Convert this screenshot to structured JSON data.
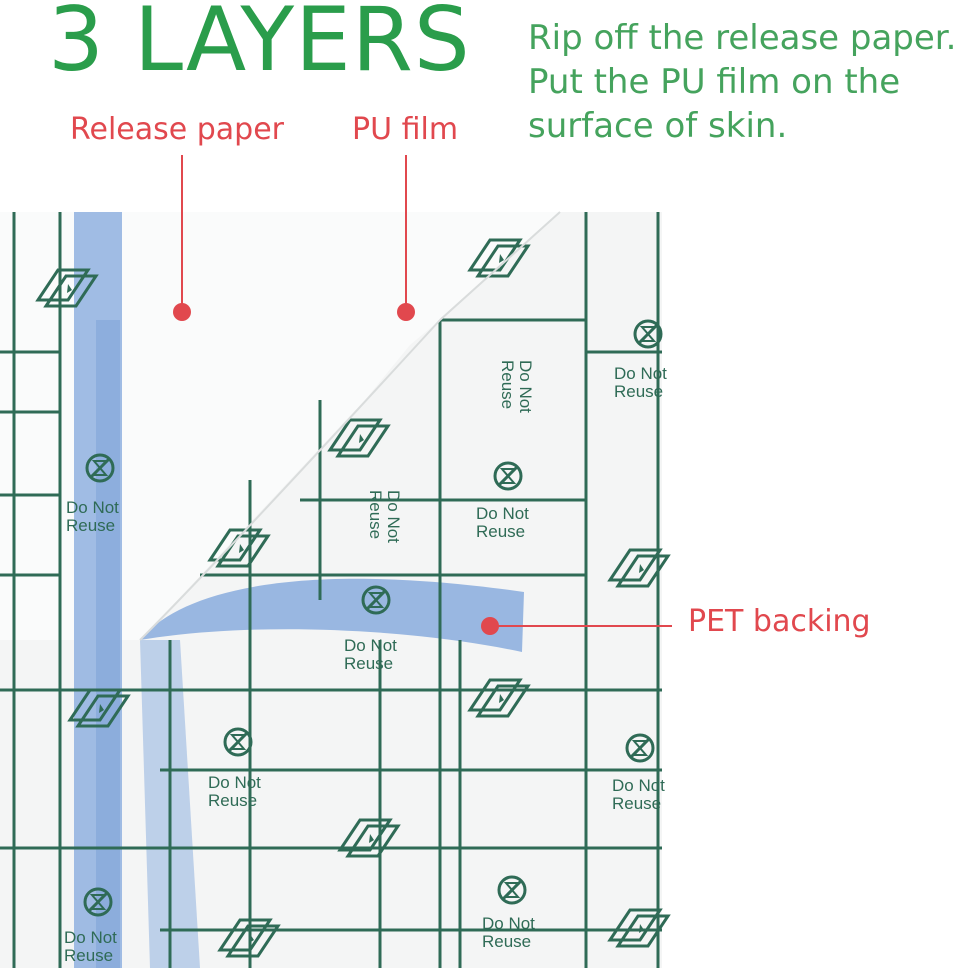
{
  "title": "3 LAYERS",
  "instructions": [
    "Rip off the release paper.",
    "Put the PU film on the",
    "surface of skin."
  ],
  "labels": {
    "release_paper": "Release paper",
    "pu_film": "PU film",
    "pet_backing": "PET backing"
  },
  "film_text": {
    "line1": "Do Not",
    "line2": "Reuse"
  },
  "colors": {
    "title_green": "#2a9d4b",
    "label_red": "#e1484e",
    "grid_green": "#2f6b56",
    "stripe_blue": "#8fb0df"
  }
}
